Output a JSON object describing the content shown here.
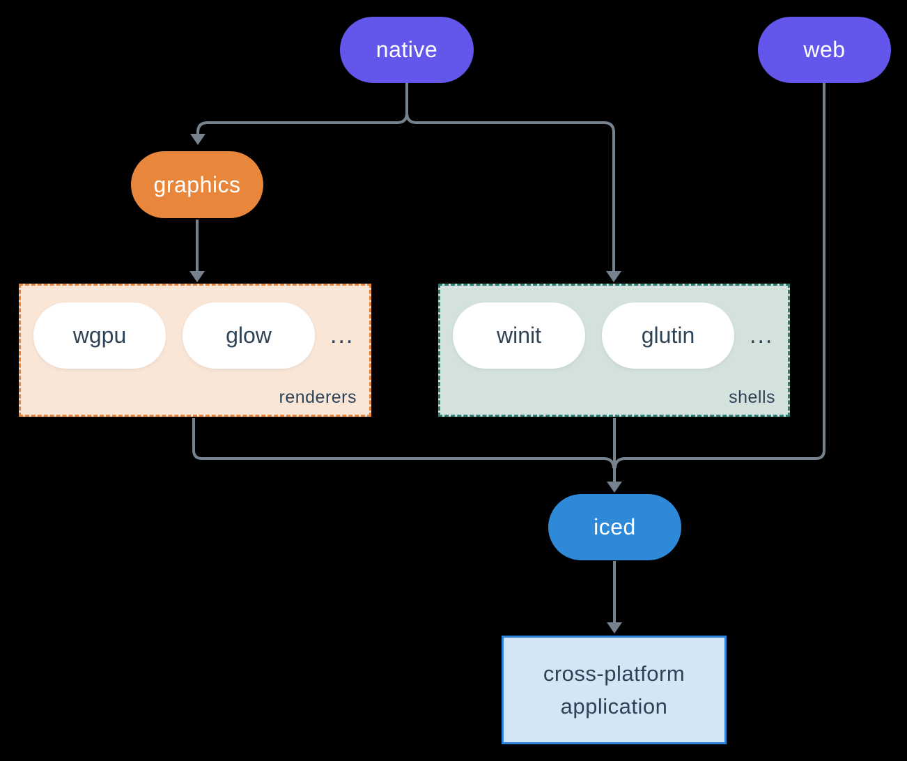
{
  "diagram": {
    "canvas": {
      "background": "#000000",
      "connector_color": "#76828E"
    },
    "nodes": {
      "native": {
        "label": "native",
        "bg": "#6357EB",
        "text": "#FFFFFF"
      },
      "web": {
        "label": "web",
        "bg": "#6357EB",
        "text": "#FFFFFF"
      },
      "graphics": {
        "label": "graphics",
        "bg": "#E8873B",
        "text": "#FFFFFF"
      },
      "iced": {
        "label": "iced",
        "bg": "#2E89D8",
        "text": "#FFFFFF"
      },
      "application": {
        "lines": [
          "cross-platform",
          "application"
        ],
        "bg": "#D4E6F6",
        "border": "#2B85DD",
        "text": "#2F4356"
      }
    },
    "groups": {
      "renderers": {
        "label": "renderers",
        "bg": "#F9E6D7",
        "border": "#E8873B",
        "pill_bg": "#FFFFFF",
        "text": "#2F4356",
        "pills": [
          "wgpu",
          "glow"
        ],
        "ellipsis": "..."
      },
      "shells": {
        "label": "shells",
        "bg": "#D3E2DC",
        "border": "#2A8070",
        "pill_bg": "#FFFFFF",
        "text": "#2F4356",
        "pills": [
          "winit",
          "glutin"
        ],
        "ellipsis": "..."
      }
    }
  }
}
